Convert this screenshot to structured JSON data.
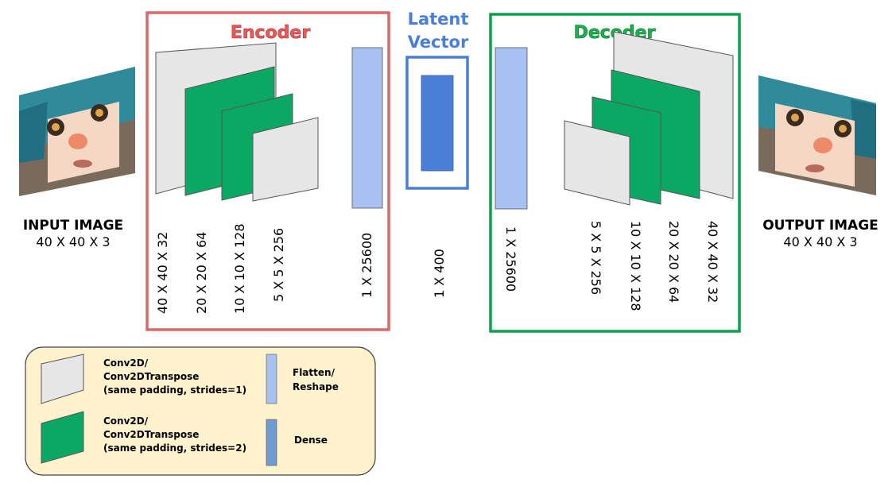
{
  "input": {
    "title": "INPUT IMAGE",
    "dims": "40 X 40 X 3"
  },
  "output": {
    "title": "OUTPUT IMAGE",
    "dims": "40 X 40 X 3"
  },
  "encoder": {
    "title": "Encoder",
    "layers": [
      "40 X 40 X 32",
      "20 X 20 X 64",
      "10 X 10 X 128",
      "5 X 5 X 256"
    ],
    "flatten": "1 X 25600"
  },
  "latent": {
    "title_line1": "Latent",
    "title_line2": "Vector",
    "dims": "1 X 400"
  },
  "decoder": {
    "title": "Decoder",
    "reshape": "1 X 25600",
    "layers": [
      "5 X 5 X 256",
      "10 X 10 X 128",
      "20 X 20 X 64",
      "40 X 40 X 32"
    ]
  },
  "legend": {
    "conv_stride1": [
      "Conv2D/",
      "Conv2DTranspose",
      "(same padding, strides=1)"
    ],
    "conv_stride2": [
      "Conv2D/",
      "Conv2DTranspose",
      "(same padding, strides=2)"
    ],
    "flatten": [
      "Flatten/",
      "Reshape"
    ],
    "dense": "Dense"
  },
  "colors": {
    "encoder_border": "#d9686a",
    "decoder_border": "#0aa14f",
    "latent_blue": "#4a7fd8",
    "conv_gray": "#e6e6e6",
    "conv_green": "#0aa862",
    "flatten_blue": "#a7c2f2",
    "dense_blue": "#6f9ad2",
    "legend_bg": "#fff2cc"
  }
}
